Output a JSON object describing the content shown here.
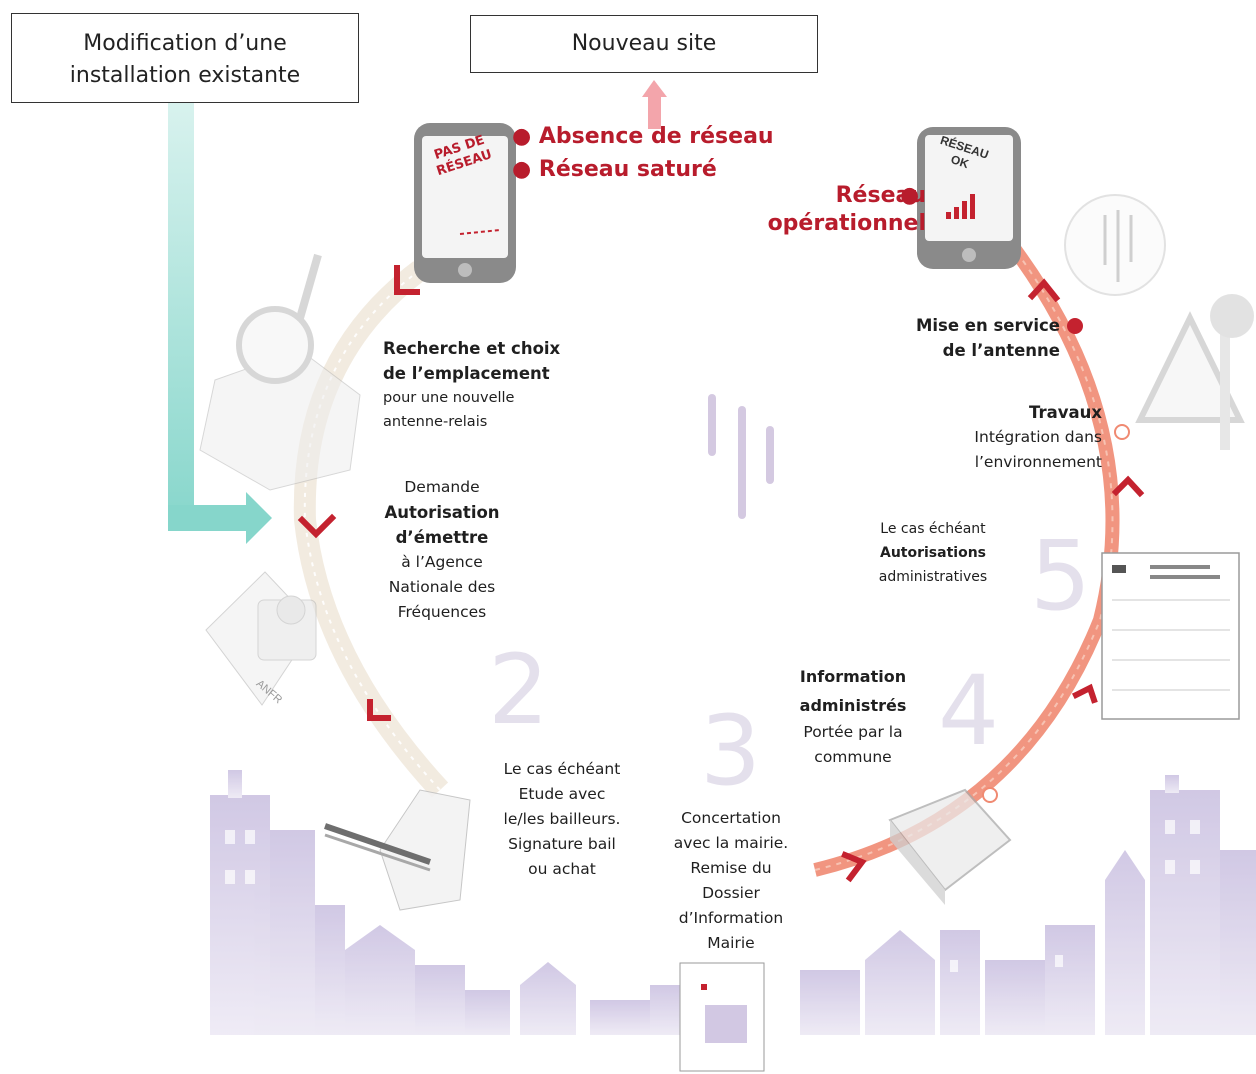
{
  "boxes": {
    "modification": "Modification d’une installation existante",
    "nouveau_site": "Nouveau site"
  },
  "status": {
    "absence": "Absence de réseau",
    "sature": "Réseau saturé",
    "operationnel": "Réseau opérationnel"
  },
  "phones": {
    "no_network": "PAS DE RÉSEAU",
    "ok_network": "RÉSEAU OK"
  },
  "steps": {
    "recherche": {
      "title": "Recherche et choix de l’emplacement",
      "desc": "pour une nouvelle antenne-relais"
    },
    "demande": {
      "pre": "Demande",
      "title": "Autorisation d’émettre",
      "desc": "à l’Agence Nationale des Fréquences"
    },
    "bail": {
      "text": "Le cas échéant Etude avec le/les bailleurs. Signature bail ou achat"
    },
    "concertation": {
      "text": "Concertation avec la mairie. Remise du Dossier d’Information Mairie"
    },
    "information": {
      "title": "Information administrés",
      "desc": "Portée par la commune"
    },
    "autorisations": {
      "pre": "Le cas échéant",
      "title": "Autorisations",
      "desc": "administratives"
    },
    "travaux": {
      "title": "Travaux",
      "desc": "Intégration dans l’environnement"
    },
    "mise_en_service": {
      "title": "Mise en service de l’antenne"
    }
  },
  "numbers": {
    "n2": "2",
    "n3": "3",
    "n4": "4",
    "n5": "5"
  },
  "doc_stamp": "ANFR",
  "colors": {
    "accent_red": "#b81c2c",
    "teal_arrow": "#8fd9cf",
    "salmon_arc": "#f0795f",
    "city": "#d6cfe6"
  }
}
